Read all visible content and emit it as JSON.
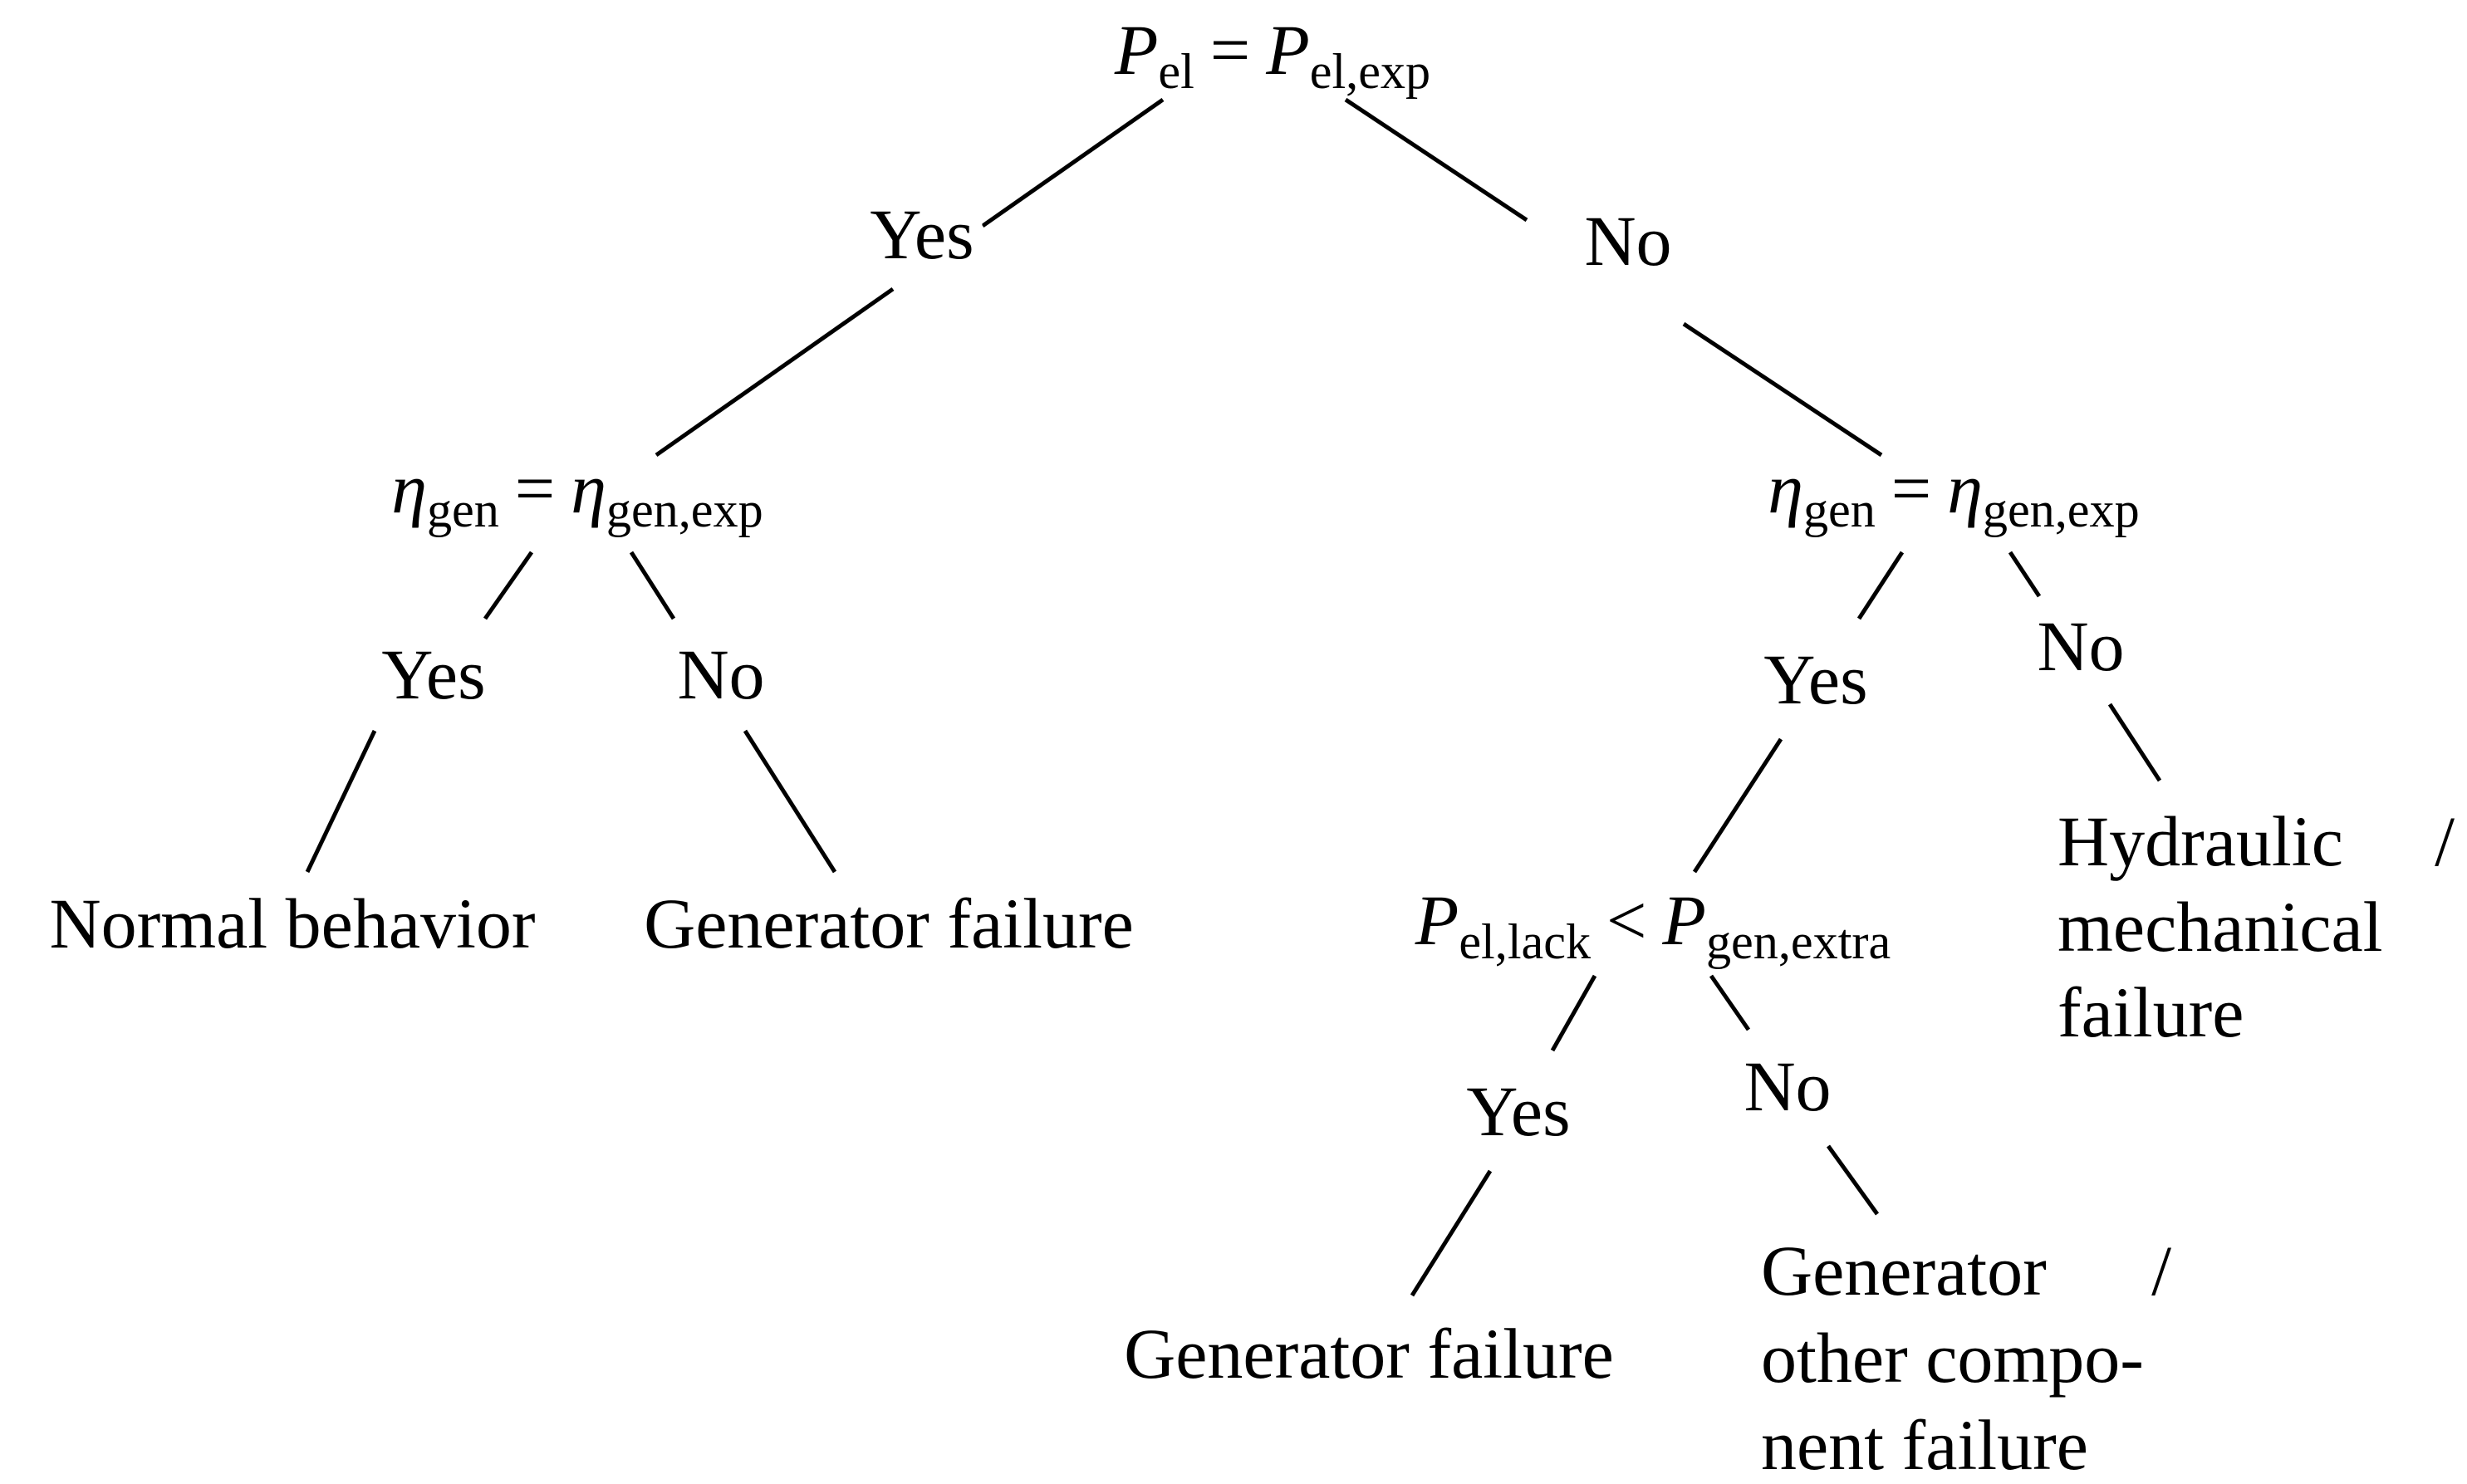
{
  "figure": {
    "background_color": "#ffffff",
    "line_color": "#000000",
    "text_color": "#000000",
    "type": "decision-tree"
  },
  "nodes": {
    "root": {
      "var1": "P",
      "sub1": "el",
      "op": "=",
      "var2": "P",
      "sub2": "el,exp"
    },
    "eta_left": {
      "var1": "η",
      "sub1": "gen",
      "op": "=",
      "var2": "η",
      "sub2": "gen,exp"
    },
    "eta_right": {
      "var1": "η",
      "sub1": "gen",
      "op": "=",
      "var2": "η",
      "sub2": "gen,exp"
    },
    "p_lack": {
      "var1": "P",
      "sub1": "el,lack",
      "op": "<",
      "var2": "P",
      "sub2": "gen,extra"
    },
    "leaf_normal": {
      "label": "Normal behavior"
    },
    "leaf_gen_fail_left": {
      "label": "Generator failure"
    },
    "leaf_gen_fail_bottom": {
      "label": "Generator failure"
    },
    "leaf_hydraulic": {
      "line1_left": "Hydraulic",
      "line1_right": "/",
      "line2": "mechanical",
      "line3": "failure"
    },
    "leaf_gen_other": {
      "line1_left": "Generator",
      "line1_right": "/",
      "line2": "other compo-",
      "line3": "nent failure"
    }
  },
  "edge_labels": {
    "root_yes": "Yes",
    "root_no": "No",
    "eta_left_yes": "Yes",
    "eta_left_no": "No",
    "eta_right_yes": "Yes",
    "eta_right_no": "No",
    "p_lack_yes": "Yes",
    "p_lack_no": "No"
  }
}
